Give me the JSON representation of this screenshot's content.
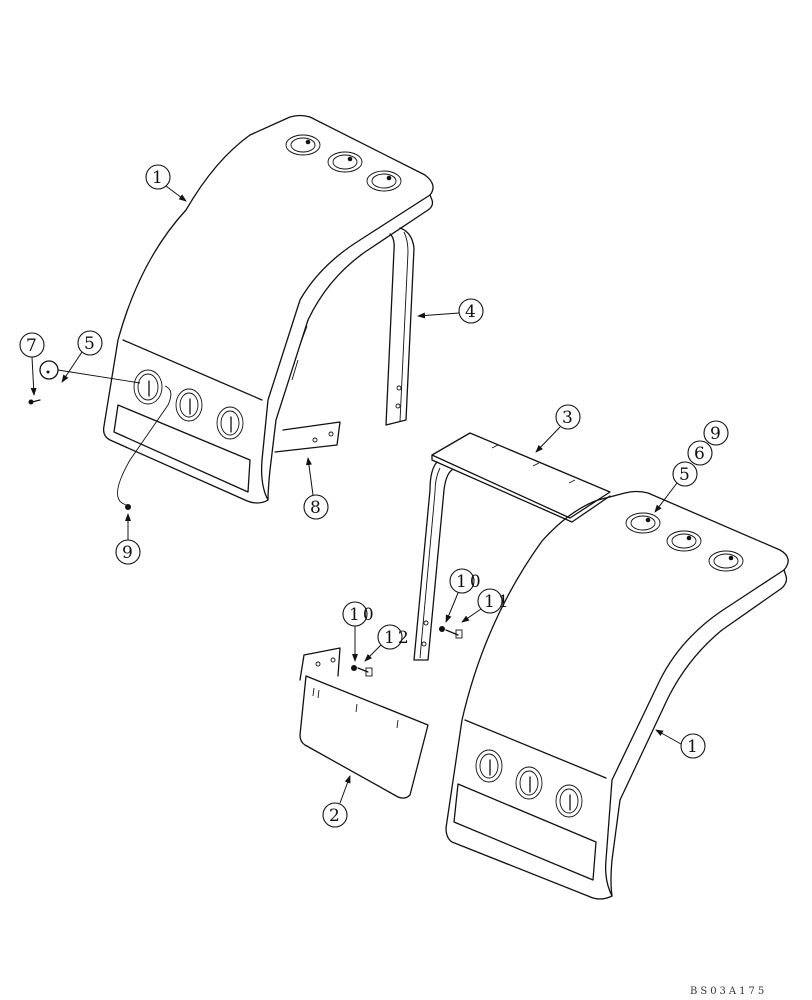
{
  "diagram": {
    "type": "exploded parts illustration",
    "subject": "fenders with mounting hardware",
    "drawing_id": "BS03A175",
    "callouts": [
      {
        "id": "c1a",
        "label": "1",
        "part": "fender (left)"
      },
      {
        "id": "c4",
        "label": "4",
        "part": "fender support bracket"
      },
      {
        "id": "c7",
        "label": "7",
        "part": "screw"
      },
      {
        "id": "c5a",
        "label": "5",
        "part": "lamp lens"
      },
      {
        "id": "c8",
        "label": "8",
        "part": "mounting plate"
      },
      {
        "id": "c9a",
        "label": "9",
        "part": "grommet"
      },
      {
        "id": "c3",
        "label": "3",
        "part": "fender support"
      },
      {
        "id": "c9b",
        "label": "9",
        "part": "grommet"
      },
      {
        "id": "c6",
        "label": "6",
        "part": "lamp"
      },
      {
        "id": "c5b",
        "label": "5",
        "part": "lamp lens"
      },
      {
        "id": "c10a",
        "label": "10",
        "part": "nut"
      },
      {
        "id": "c11",
        "label": "11",
        "part": "bolt"
      },
      {
        "id": "c10b",
        "label": "10",
        "part": "nut"
      },
      {
        "id": "c12",
        "label": "12",
        "part": "bolt"
      },
      {
        "id": "c1b",
        "label": "1",
        "part": "fender (right)"
      },
      {
        "id": "c2",
        "label": "2",
        "part": "mud flap"
      }
    ]
  }
}
